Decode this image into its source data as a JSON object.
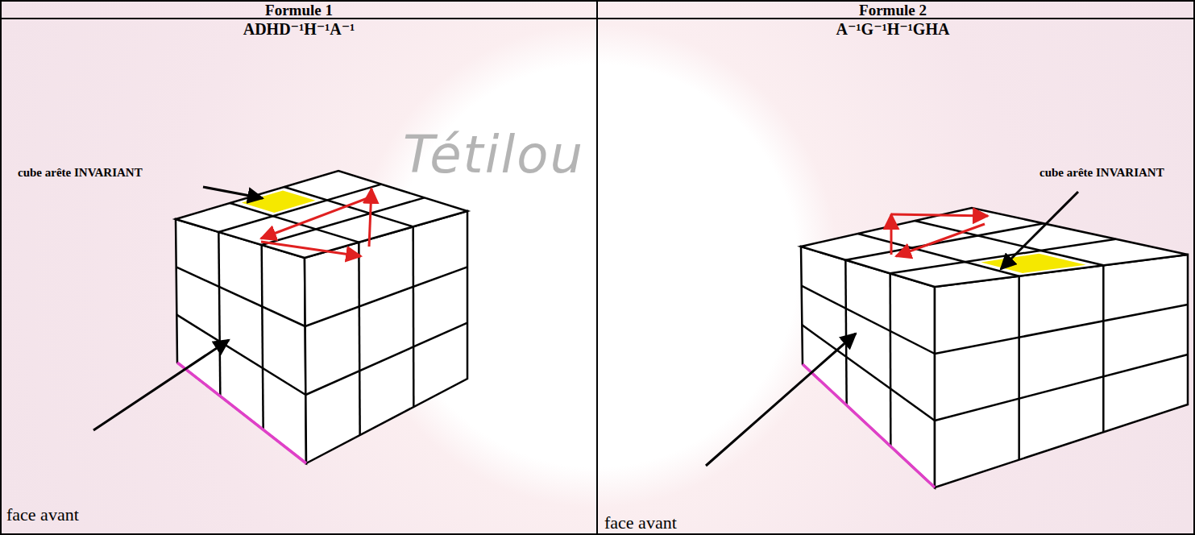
{
  "diagram": {
    "labels": [
      "Formule 1",
      "Formule 2",
      "ADHD⁻¹H⁻¹A⁻¹",
      "A⁻¹G⁻¹H⁻¹GHA",
      "cube arête INVARIANT",
      "cube arête INVARIANT",
      "face avant",
      "face avant",
      "Tétilou"
    ]
  }
}
